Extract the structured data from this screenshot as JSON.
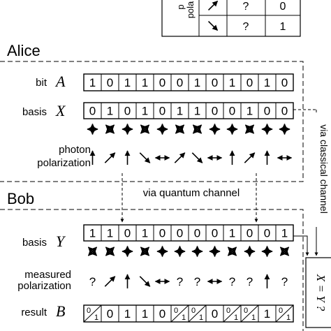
{
  "legend": {
    "rows": [
      {
        "symbol": "diag-right",
        "value": "?",
        "bit": "0"
      },
      {
        "symbol": "diag-left",
        "value": "?",
        "bit": "1"
      }
    ],
    "side_label_line1": "p",
    "side_label_line2": "pola"
  },
  "alice": {
    "title": "Alice",
    "bit_label": "bit",
    "bit_var": "A",
    "bits": [
      "1",
      "0",
      "1",
      "1",
      "0",
      "0",
      "1",
      "0",
      "1",
      "0",
      "1",
      "0"
    ],
    "basis_label": "basis",
    "basis_var": "X",
    "basis_bits": [
      "0",
      "1",
      "0",
      "1",
      "0",
      "1",
      "1",
      "0",
      "0",
      "1",
      "0",
      "0"
    ],
    "basis_symbols": [
      "plus",
      "cross",
      "plus",
      "cross",
      "plus",
      "cross",
      "cross",
      "plus",
      "plus",
      "cross",
      "plus",
      "plus"
    ],
    "polarization_label_1": "photon",
    "polarization_label_2": "polarization",
    "polarizations": [
      "vertical",
      "diag-right",
      "vertical",
      "diag-left",
      "horizontal",
      "diag-right",
      "diag-left",
      "horizontal",
      "vertical",
      "diag-right",
      "vertical",
      "horizontal"
    ]
  },
  "channels": {
    "quantum": "via quantum channel",
    "classical": "via classical channel"
  },
  "bob": {
    "title": "Bob",
    "basis_label": "basis",
    "basis_var": "Y",
    "basis_bits": [
      "1",
      "1",
      "0",
      "1",
      "0",
      "0",
      "0",
      "0",
      "1",
      "0",
      "0",
      "1"
    ],
    "basis_symbols": [
      "cross",
      "cross",
      "plus",
      "cross",
      "plus",
      "plus",
      "plus",
      "plus",
      "cross",
      "plus",
      "plus",
      "cross"
    ],
    "measured_label_1": "measured",
    "measured_label_2": "polarization",
    "measured": [
      "?",
      "diag-right",
      "vertical",
      "diag-left",
      "horizontal",
      "?",
      "?",
      "horizontal",
      "?",
      "?",
      "vertical",
      "?"
    ],
    "result_label": "result",
    "result_var": "B",
    "results": [
      "0/1",
      "0",
      "1",
      "1",
      "0",
      "0/1",
      "0/1",
      "0",
      "0/1",
      "0/1",
      "1",
      "0/1"
    ]
  },
  "compare_label": "X = Y ?"
}
